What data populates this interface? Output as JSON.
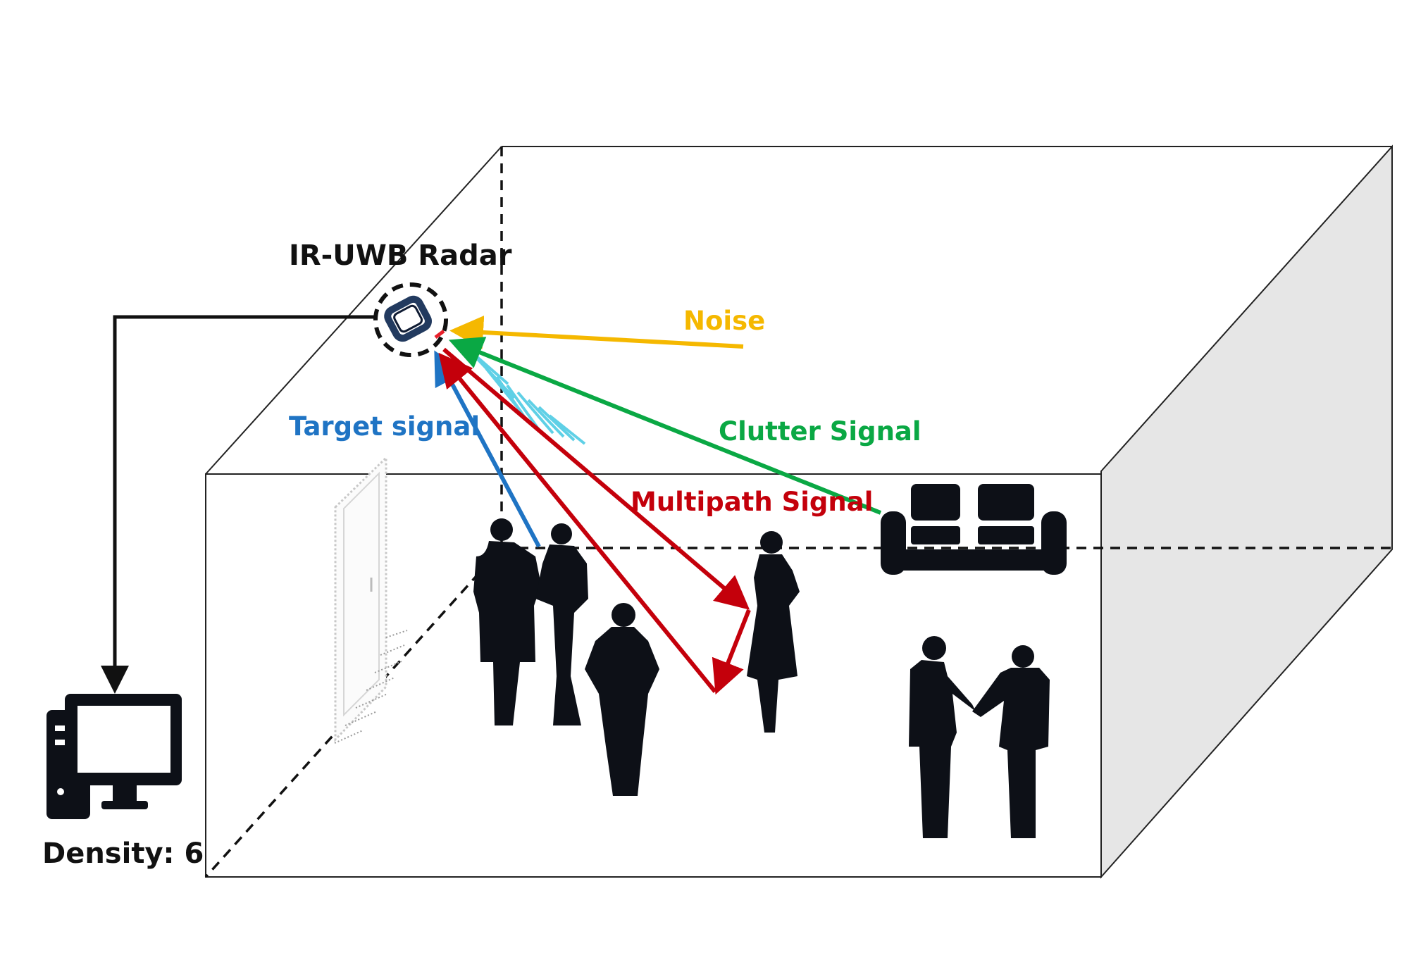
{
  "labels": {
    "radar": "IR-UWB Radar",
    "noise": "Noise",
    "target": "Target signal",
    "clutter": "Clutter Signal",
    "multipath": "Multipath Signal",
    "density": "Density: 6"
  },
  "colors": {
    "noise": "#f5b800",
    "target": "#1f74c4",
    "clutter": "#0aa844",
    "multipath": "#c4000b",
    "wave": "#5fd0e6",
    "side_wall": "#e6e6e6",
    "silhouette": "#0d1017"
  },
  "icons": [
    "radar-device-icon",
    "computer-icon",
    "sofa-icon",
    "door-icon"
  ]
}
